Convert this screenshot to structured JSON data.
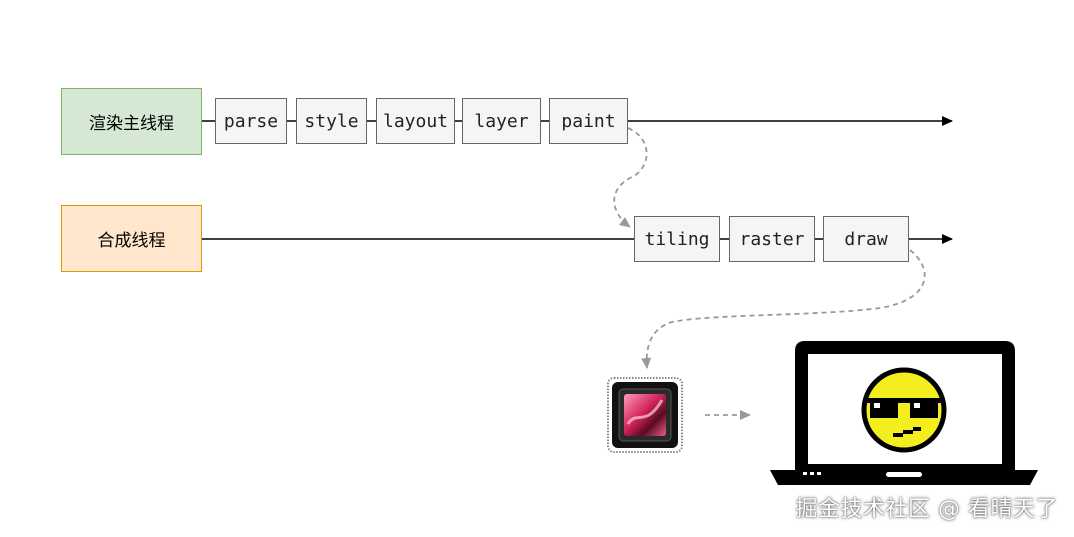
{
  "lanes": {
    "main_thread": "渲染主线程",
    "compositor_thread": "合成线程"
  },
  "main_steps": [
    "parse",
    "style",
    "layout",
    "layer",
    "paint"
  ],
  "compositor_steps": [
    "tiling",
    "raster",
    "draw"
  ],
  "icons": {
    "gpu": "gpu-chip-icon",
    "screen": "laptop-icon",
    "face": "sunglasses-smiley-icon"
  },
  "colors": {
    "main_lane_fill": "#d5e8d4",
    "main_lane_border": "#82b366",
    "compositor_lane_fill": "#ffe6cc",
    "compositor_lane_border": "#d79b00",
    "step_fill": "#f5f5f5",
    "step_border": "#666666"
  },
  "watermark": "掘金技术社区 @ 看晴天了"
}
